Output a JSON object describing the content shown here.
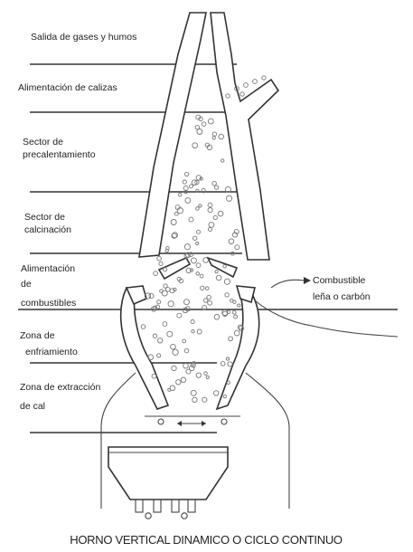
{
  "labels": {
    "gases": "Salida de gases y humos",
    "calizas": "Alimentación de calizas",
    "precal_1": "Sector de",
    "precal_2": "precalentamiento",
    "calc_1": "Sector de",
    "calc_2": "calcinación",
    "comb_1": "Alimentación",
    "comb_2": "de",
    "comb_3": "combustibles",
    "combustible_1": "Combustible",
    "combustible_2": "leña o carbón",
    "enfr_1": "Zona de",
    "enfr_2": "enfriamiento",
    "extr_1": "Zona de extracción",
    "extr_2": "de cal"
  },
  "caption": "HORNO VERTICAL DINAMICO O CICLO CONTINUO"
}
